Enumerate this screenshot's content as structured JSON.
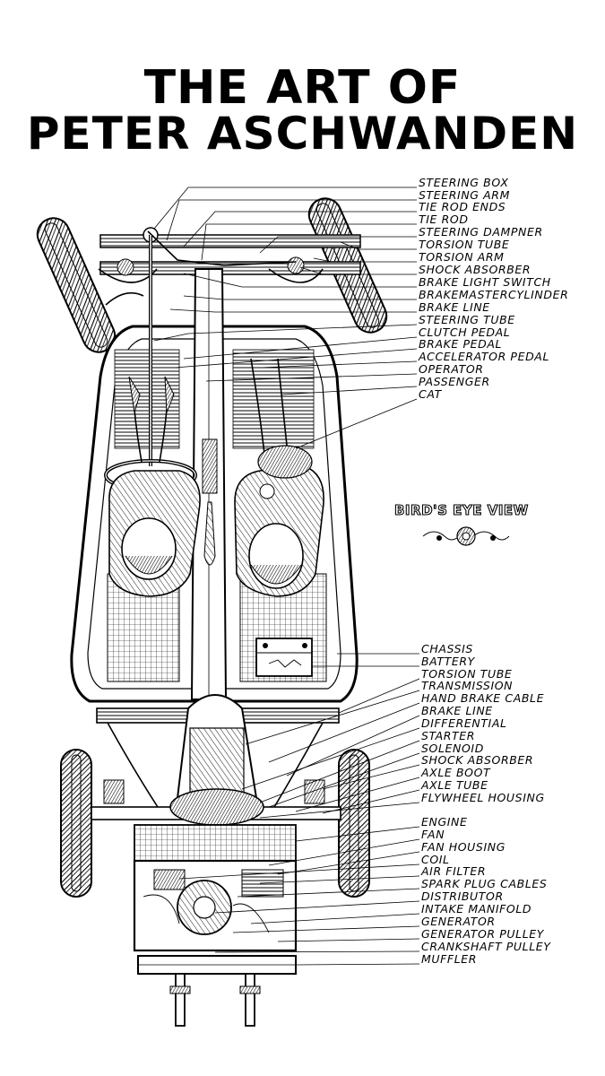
{
  "title": {
    "line1": "THE ART OF",
    "line2": "PETER ASCHWANDEN"
  },
  "badge": {
    "text": "BIRD'S EYE VIEW"
  },
  "labels_front": [
    "STEERING BOX",
    "STEERING ARM",
    "TIE ROD ENDS",
    "TIE ROD",
    "STEERING DAMPNER",
    "TORSION TUBE",
    "TORSION ARM",
    "SHOCK ABSORBER",
    "BRAKE LIGHT SWITCH",
    "BRAKEMASTERCYLINDER",
    "BRAKE LINE",
    "STEERING TUBE",
    "CLUTCH PEDAL",
    "BRAKE PEDAL",
    "ACCELERATOR PEDAL",
    "OPERATOR",
    "PASSENGER",
    "CAT"
  ],
  "labels_rear": [
    "CHASSIS",
    "BATTERY",
    "TORSION TUBE",
    "TRANSMISSION",
    "HAND BRAKE CABLE",
    "BRAKE LINE",
    "DIFFERENTIAL",
    "STARTER",
    "SOLENOID",
    "SHOCK ABSORBER",
    "AXLE BOOT",
    "AXLE TUBE",
    "FLYWHEEL HOUSING"
  ],
  "labels_engine": [
    "ENGINE",
    "FAN",
    "FAN HOUSING",
    "COIL",
    "AIR FILTER",
    "SPARK PLUG CABLES",
    "DISTRIBUTOR",
    "INTAKE MANIFOLD",
    "GENERATOR",
    "GENERATOR PULLEY",
    "CRANKSHAFT PULLEY",
    "MUFFLER"
  ]
}
